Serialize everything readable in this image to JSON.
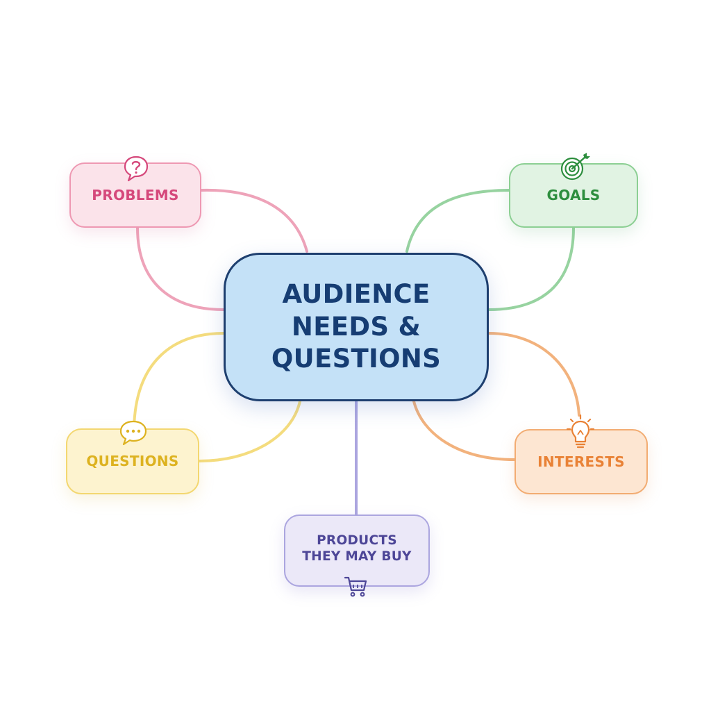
{
  "center": {
    "lines": [
      "AUDIENCE",
      "NEEDS &",
      "QUESTIONS"
    ],
    "color": "#163d73"
  },
  "nodes": {
    "problems": {
      "label": "PROBLEMS",
      "icon": "question-bubble-icon",
      "color": "#d5487b"
    },
    "goals": {
      "label": "GOALS",
      "icon": "target-icon",
      "color": "#2d8e3e"
    },
    "questions": {
      "label": "QUESTIONS",
      "icon": "chat-bubble-icon",
      "color": "#ddb220"
    },
    "interests": {
      "label": "INTERESTS",
      "icon": "lightbulb-icon",
      "color": "#e98236"
    },
    "products": {
      "lines": [
        "PRODUCTS",
        "THEY MAY BUY"
      ],
      "icon": "shopping-cart-icon",
      "color": "#4d4697"
    }
  }
}
